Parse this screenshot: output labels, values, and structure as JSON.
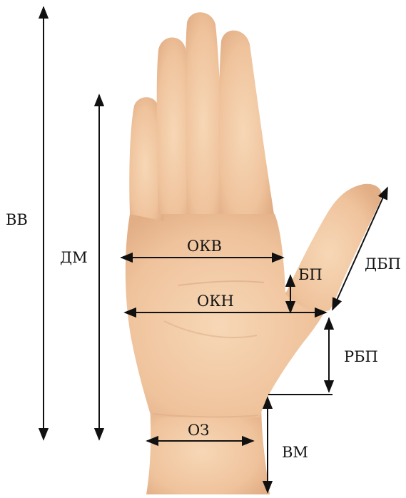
{
  "colors": {
    "skin": "#f0c9a2",
    "skin_shadow": "#d9a983",
    "arrow": "#111111",
    "background": "#ffffff"
  },
  "labels": {
    "vv": "ВВ",
    "dm": "ДМ",
    "okv": "ОКВ",
    "okn": "ОКН",
    "bp": "БП",
    "dbp": "ДБП",
    "rbp": "РБП",
    "oz": "ОЗ",
    "vm": "ВМ"
  }
}
